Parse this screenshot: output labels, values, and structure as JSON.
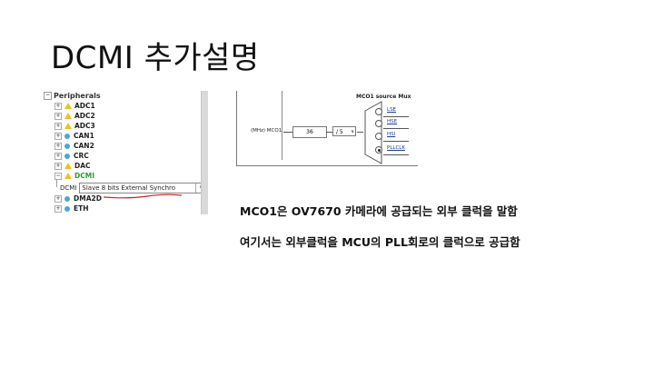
{
  "slide": {
    "title": "DCMI 추가설명"
  },
  "tree": {
    "root_label": "Peripherals",
    "items": [
      {
        "label": "ADC1",
        "icon": "warning-icon"
      },
      {
        "label": "ADC2",
        "icon": "warning-icon"
      },
      {
        "label": "ADC3",
        "icon": "warning-icon"
      },
      {
        "label": "CAN1",
        "icon": "dot-icon"
      },
      {
        "label": "CAN2",
        "icon": "dot-icon"
      },
      {
        "label": "CRC",
        "icon": "dot-icon"
      },
      {
        "label": "DAC",
        "icon": "warning-icon"
      },
      {
        "label": "DCMI",
        "icon": "warning-icon"
      },
      {
        "label": "DMA2D",
        "icon": "dot-icon"
      },
      {
        "label": "ETH",
        "icon": "dot-icon"
      }
    ],
    "dcmi_sub_label": "DCMI",
    "dcmi_mode_value": "Slave 8 bits External Synchro",
    "accent_color": "#2a9c2a",
    "underline_color": "#cc2222"
  },
  "diagram": {
    "mux_title": "MCO1 source Mux",
    "mco1_label": "(MHz) MCO1",
    "mco1_value": "36",
    "divider_value": "/ 5",
    "options": [
      "LSE",
      "HSE",
      "HSI",
      "PLLCLK"
    ],
    "selected_option": "PLLCLK"
  },
  "captions": {
    "line1": "MCO1은 OV7670 카메라에 공급되는 외부 클럭을 말함",
    "line2": "여기서는 외부클럭을 MCU의 PLL회로의 클럭으로 공급함"
  }
}
